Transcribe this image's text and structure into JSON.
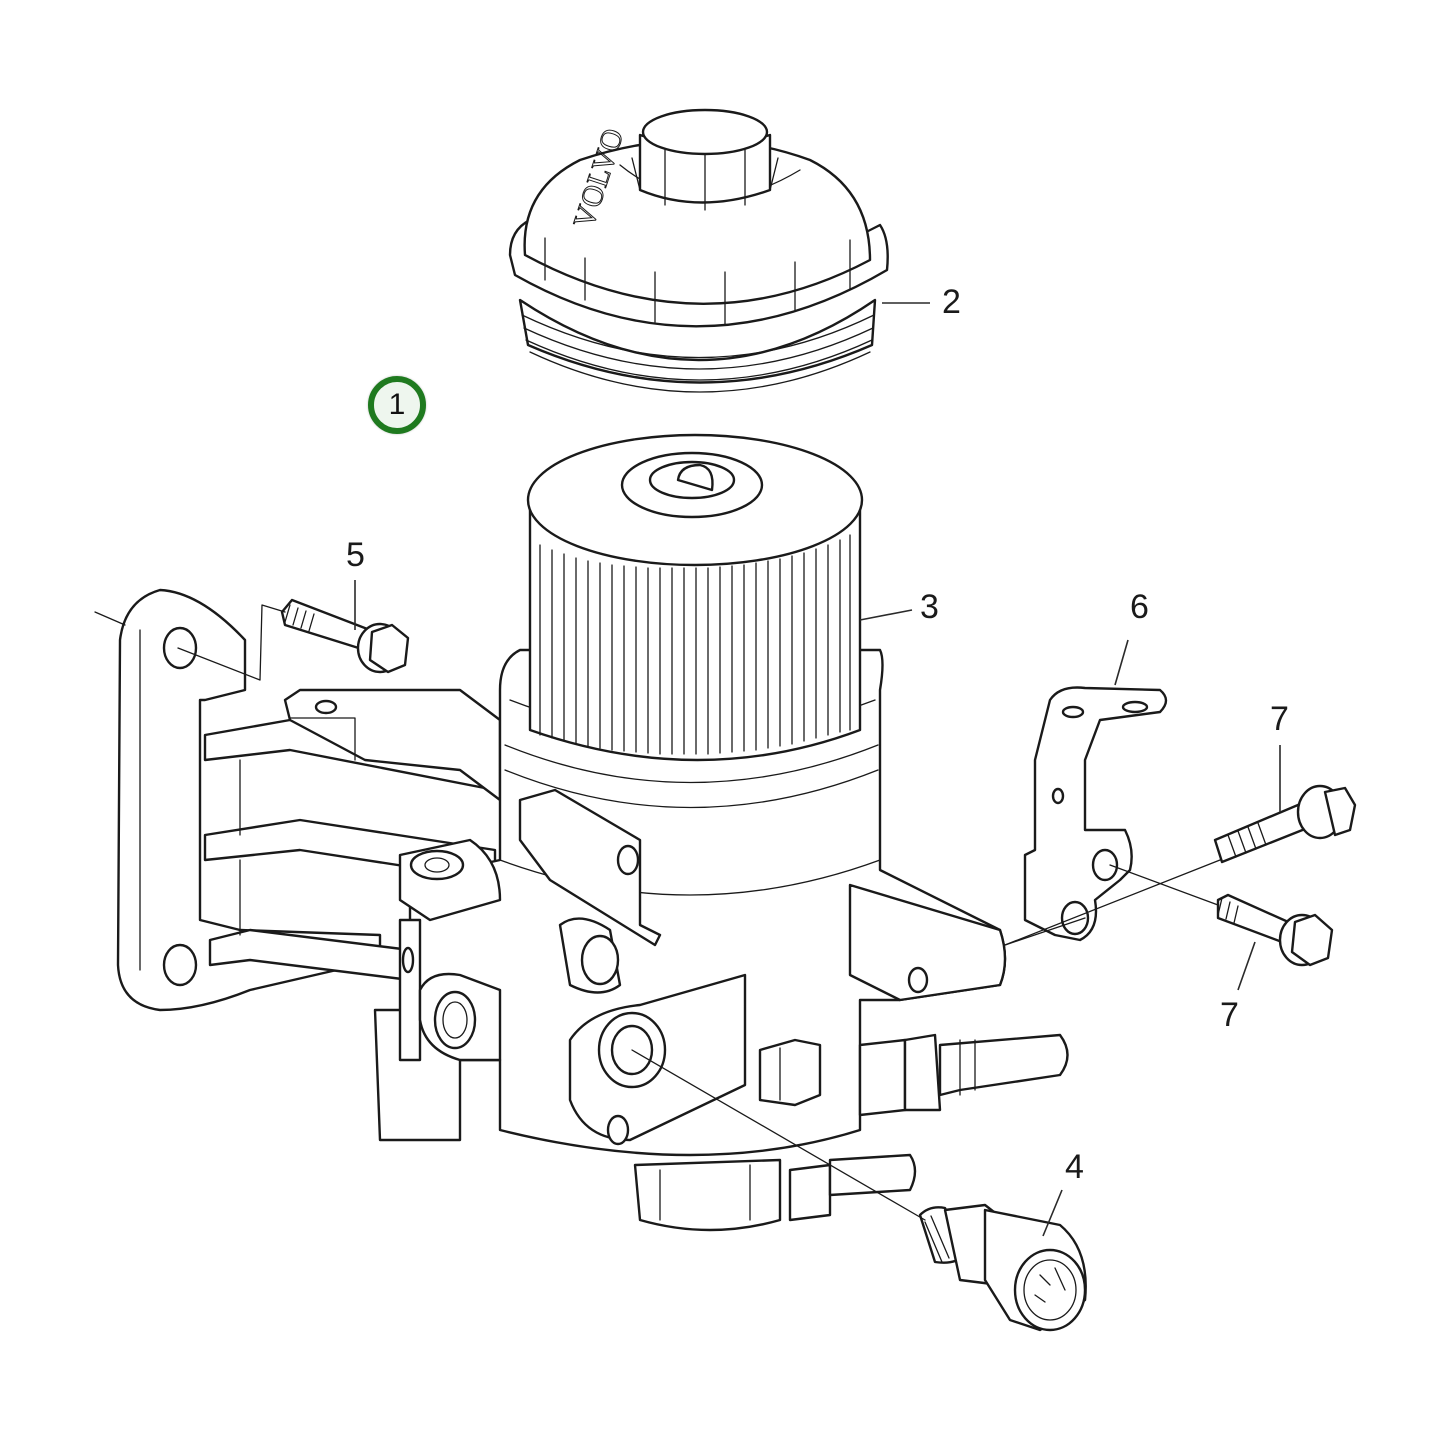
{
  "diagram": {
    "type": "exploded-parts-diagram",
    "subject": "fuel filter housing assembly",
    "accent_color": "#1f7a1f",
    "main_badge": {
      "label": "1",
      "part": "fuel filter housing assembly"
    },
    "cap_brand_text": "VOLVO",
    "callouts": [
      {
        "label": "2",
        "part": "filter cap"
      },
      {
        "label": "3",
        "part": "filter element"
      },
      {
        "label": "4",
        "part": "sensor"
      },
      {
        "label": "5",
        "part": "bolt"
      },
      {
        "label": "6",
        "part": "bracket"
      },
      {
        "label": "7",
        "part": "bolt (upper)"
      },
      {
        "label": "7",
        "part": "bolt (lower)"
      }
    ]
  }
}
